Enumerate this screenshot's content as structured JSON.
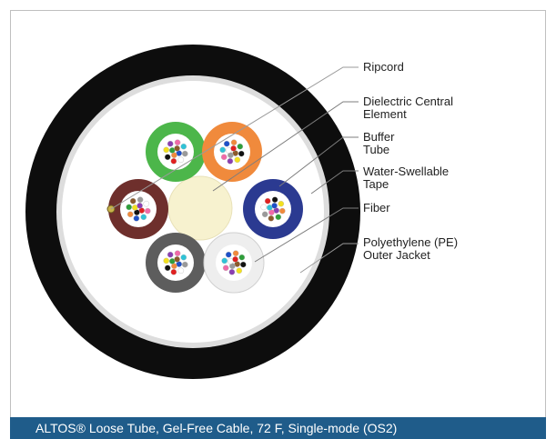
{
  "labels": {
    "ripcord": "Ripcord",
    "central_element": "Dielectric Central\nElement",
    "buffer_tube": "Buffer\nTube",
    "water_swellable_tape": "Water-Swellable\nTape",
    "fiber": "Fiber",
    "outer_jacket": "Polyethylene (PE)\nOuter Jacket"
  },
  "caption": "ALTOS® Loose Tube, Gel-Free Cable, 72 F, Single-mode (OS2)",
  "colors": {
    "caption_bar": "#1f5c8a",
    "jacket": "#0d0d0d",
    "tape": "#d9d9d9",
    "central_element": "#f7f2cf",
    "leader_lines": "#8c8c8c"
  },
  "tubes": [
    {
      "name": "green",
      "color": "#4cb64a"
    },
    {
      "name": "orange",
      "color": "#f08a3c"
    },
    {
      "name": "brown",
      "color": "#6e2f2c"
    },
    {
      "name": "blue",
      "color": "#2b3a91"
    },
    {
      "name": "slate",
      "color": "#5d5d5d"
    },
    {
      "name": "white",
      "color": "#eeeeee"
    }
  ],
  "fiber_colors": [
    "#1e50c8",
    "#f08a3c",
    "#2e9e3a",
    "#8b5a2b",
    "#9a9a9a",
    "#ffffff",
    "#e02020",
    "#111111",
    "#f2e01f",
    "#8a3fb0",
    "#f06aa8",
    "#2fc2d6"
  ]
}
